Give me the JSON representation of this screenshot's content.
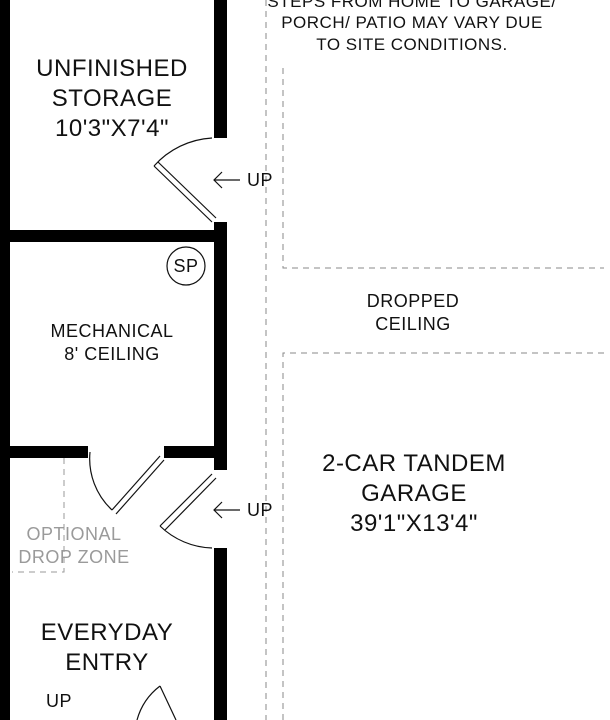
{
  "note": {
    "line1": "STEPS FROM HOME TO GARAGE/",
    "line2": "PORCH/ PATIO MAY VARY DUE",
    "line3": "TO SITE CONDITIONS."
  },
  "storage": {
    "line1": "UNFINISHED",
    "line2": "STORAGE",
    "dims": "10'3\"X7'4\""
  },
  "up_storage": "UP",
  "sp_label": "SP",
  "mechanical": {
    "line1": "MECHANICAL",
    "line2": "8' CEILING"
  },
  "dropped_ceiling": {
    "line1": "DROPPED",
    "line2": "CEILING"
  },
  "garage": {
    "line1": "2-CAR TANDEM",
    "line2": "GARAGE",
    "dims": "39'1\"X13'4\""
  },
  "up_garage": "UP",
  "drop_zone": {
    "line1": "OPTIONAL",
    "line2": "DROP ZONE"
  },
  "entry": {
    "line1": "EVERYDAY",
    "line2": "ENTRY"
  },
  "up_entry": "UP",
  "colors": {
    "wall": "#000000",
    "floor": "#ffffff",
    "line": "#111111",
    "dashed": "#8a8a8a",
    "optional_text": "#9a9a9a"
  }
}
